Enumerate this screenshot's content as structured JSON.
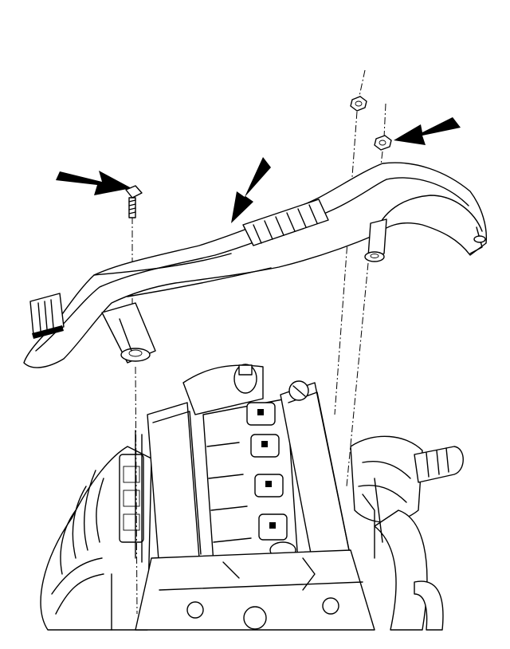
{
  "colors": {
    "line": "#000000",
    "background": "#ffffff"
  },
  "callouts": [
    {
      "target": "cover-fastener-left",
      "icon": "arrow-icon"
    },
    {
      "target": "engine-cover",
      "icon": "arrow-icon"
    },
    {
      "target": "cover-fastener-right",
      "icon": "arrow-icon"
    }
  ]
}
